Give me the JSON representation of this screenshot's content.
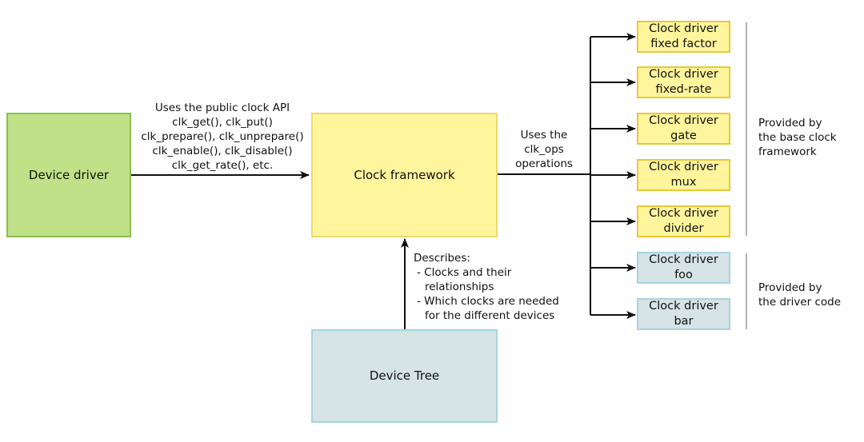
{
  "boxes": {
    "device_driver": "Device driver",
    "clock_framework": "Clock framework",
    "device_tree": "Device Tree"
  },
  "api_label": [
    "Uses the public clock API",
    "clk_get(), clk_put()",
    "clk_prepare(), clk_unprepare()",
    "clk_enable(), clk_disable()",
    "clk_get_rate(), etc."
  ],
  "ops_label": [
    "Uses the",
    "clk_ops",
    "operations"
  ],
  "describes_label": [
    "Describes:",
    "- Clocks and their",
    "relationships",
    "- Which clocks are needed",
    "for the different devices"
  ],
  "clock_drivers": [
    {
      "line1": "Clock driver",
      "line2": "fixed factor",
      "group": "base"
    },
    {
      "line1": "Clock driver",
      "line2": "fixed-rate",
      "group": "base"
    },
    {
      "line1": "Clock driver",
      "line2": "gate",
      "group": "base"
    },
    {
      "line1": "Clock driver",
      "line2": "mux",
      "group": "base"
    },
    {
      "line1": "Clock driver",
      "line2": "divider",
      "group": "base"
    },
    {
      "line1": "Clock driver",
      "line2": "foo",
      "group": "driver"
    },
    {
      "line1": "Clock driver",
      "line2": "bar",
      "group": "driver"
    }
  ],
  "group_labels": {
    "base": [
      "Provided by",
      "the base clock",
      "framework"
    ],
    "driver": [
      "Provided by",
      "the driver code"
    ]
  },
  "colors": {
    "green_fill": "#c0e187",
    "yellow_fill": "#fff59d",
    "blue_fill": "#d6e4e5",
    "line": "#111111",
    "bracket": "#9a9a9a"
  }
}
